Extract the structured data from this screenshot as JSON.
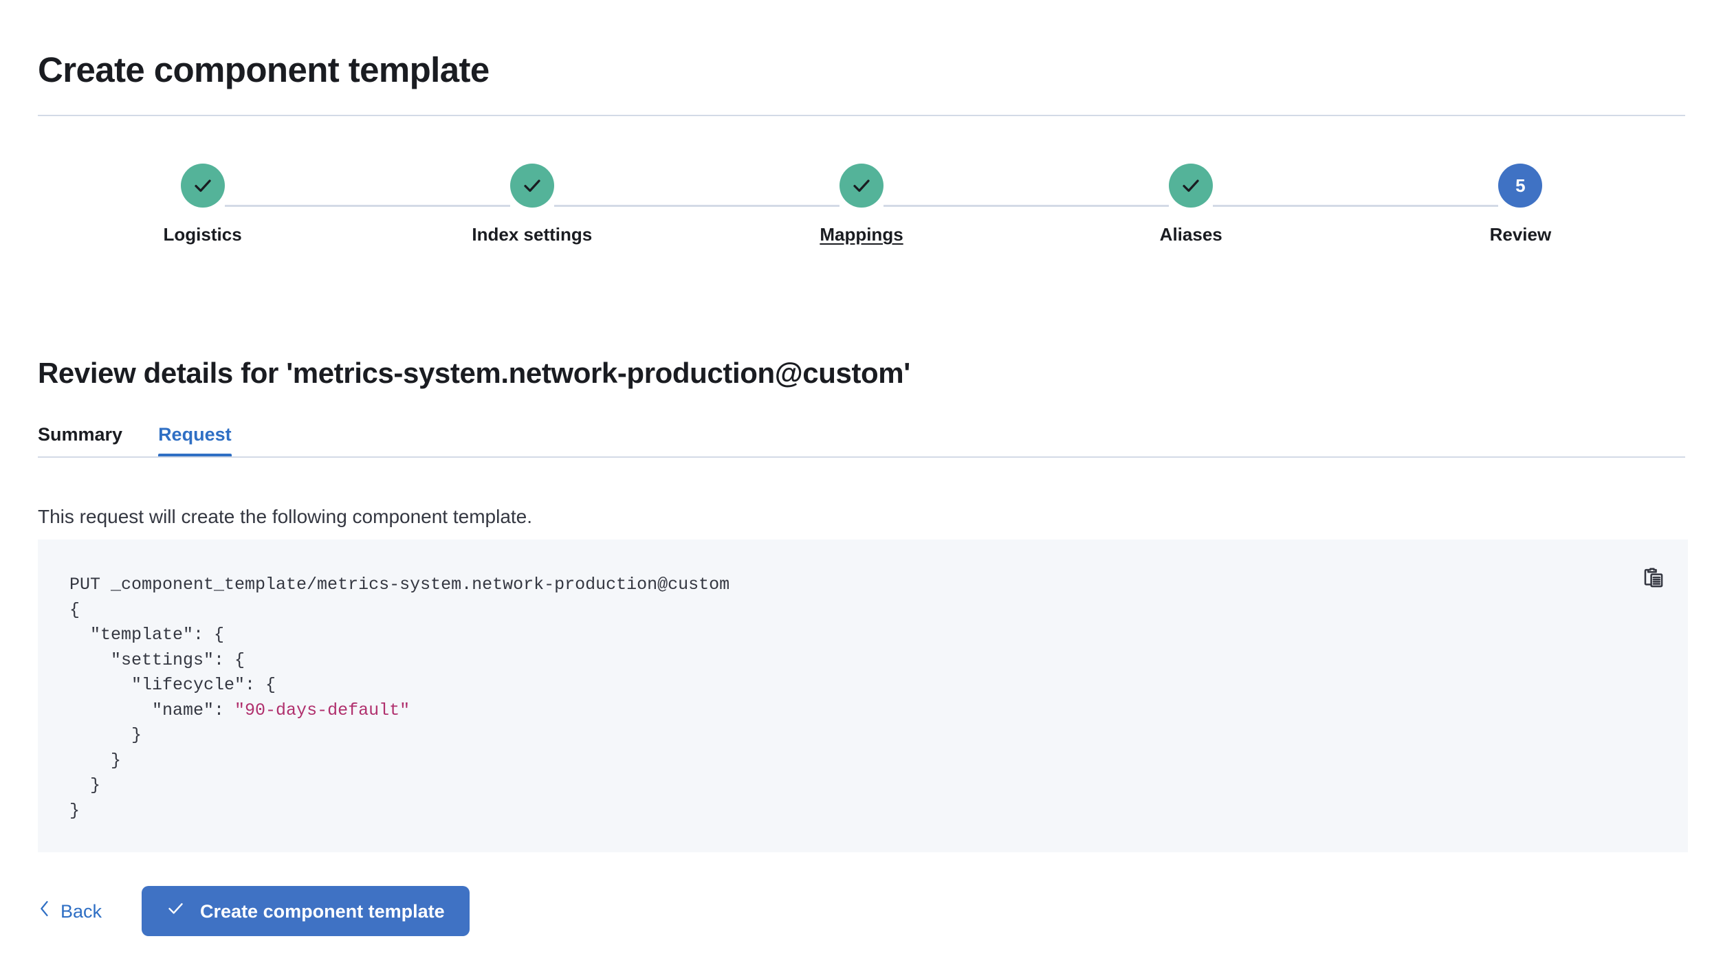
{
  "header": {
    "title": "Create component template"
  },
  "stepper": {
    "steps": [
      {
        "label": "Logistics",
        "state": "complete",
        "icon": "check-icon",
        "number": "1",
        "linked": false
      },
      {
        "label": "Index settings",
        "state": "complete",
        "icon": "check-icon",
        "number": "2",
        "linked": false
      },
      {
        "label": "Mappings",
        "state": "complete",
        "icon": "check-icon",
        "number": "3",
        "linked": true
      },
      {
        "label": "Aliases",
        "state": "complete",
        "icon": "check-icon",
        "number": "4",
        "linked": false
      },
      {
        "label": "Review",
        "state": "current",
        "icon": "",
        "number": "5",
        "linked": false
      }
    ],
    "complete_color": "#54B399",
    "current_color": "#3F72C4",
    "connector_color": "#D3DAE6"
  },
  "review": {
    "heading": "Review details for 'metrics-system.network-production@custom'",
    "tabs": [
      {
        "label": "Summary",
        "active": false
      },
      {
        "label": "Request",
        "active": true
      }
    ],
    "active_tab_color": "#2F6FC4",
    "description": "This request will create the following component template."
  },
  "code_panel": {
    "copy_icon": "copy-icon",
    "background": "#F5F7FA",
    "string_color": "#B0306D",
    "lines": [
      "PUT _component_template/metrics-system.network-production@custom",
      "{",
      "  \"template\": {",
      "    \"settings\": {",
      "      \"lifecycle\": {",
      "        \"name\": ",
      "      }",
      "    }",
      "  }",
      "}"
    ],
    "lifecycle_name_value": "\"90-days-default\""
  },
  "footer": {
    "back_label": "Back",
    "back_icon": "chevron-left-icon",
    "create_label": "Create component template",
    "create_icon": "check-icon",
    "create_color": "#3F72C4"
  }
}
